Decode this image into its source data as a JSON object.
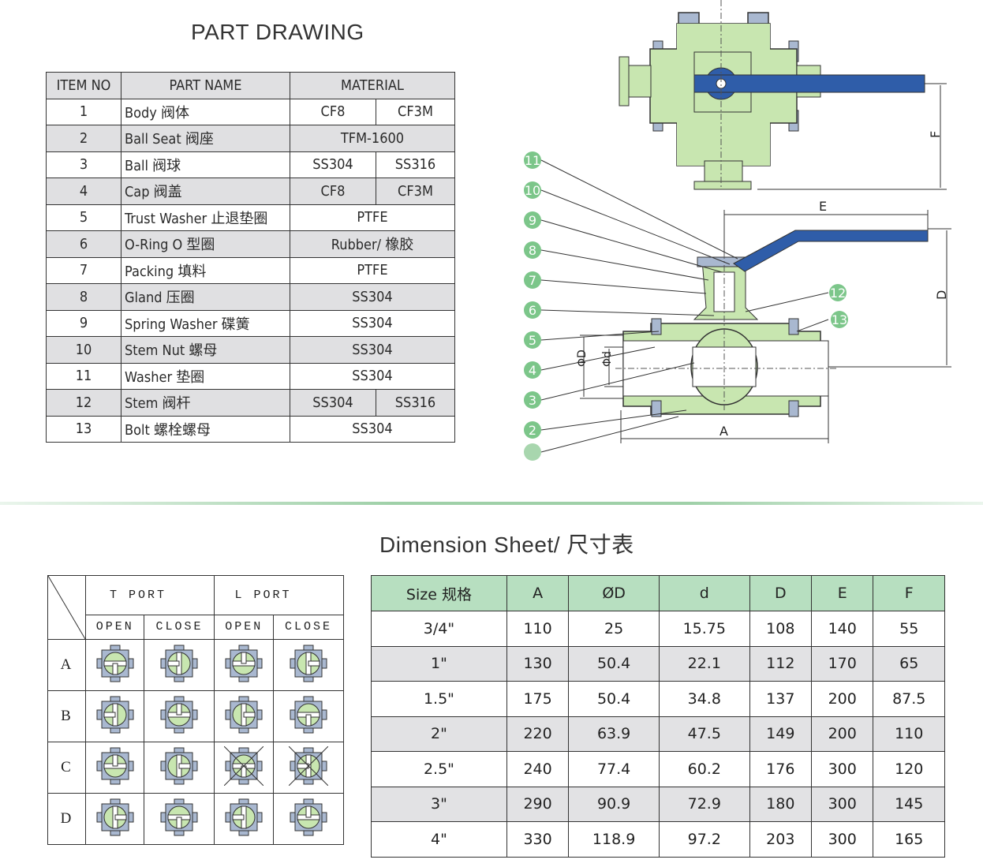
{
  "part_drawing": {
    "title": "PART DRAWING",
    "headers": [
      "ITEM NO",
      "PART NAME",
      "MATERIAL"
    ],
    "rows": [
      {
        "no": "1",
        "name": "Body 阀体",
        "mat": [
          "CF8",
          "CF3M"
        ]
      },
      {
        "no": "2",
        "name": "Ball Seat 阀座",
        "mat": [
          "TFM-1600"
        ]
      },
      {
        "no": "3",
        "name": "Ball 阀球",
        "mat": [
          "SS304",
          "SS316"
        ]
      },
      {
        "no": "4",
        "name": "Cap 阀盖",
        "mat": [
          "CF8",
          "CF3M"
        ]
      },
      {
        "no": "5",
        "name": "Trust Washer 止退垫圈",
        "mat": [
          "PTFE"
        ]
      },
      {
        "no": "6",
        "name": "O-Ring O 型圈",
        "mat": [
          "Rubber/ 橡胶"
        ]
      },
      {
        "no": "7",
        "name": "Packing 填料",
        "mat": [
          "PTFE"
        ]
      },
      {
        "no": "8",
        "name": "Gland 压圈",
        "mat": [
          "SS304"
        ]
      },
      {
        "no": "9",
        "name": "Spring Washer 碟簧",
        "mat": [
          "SS304"
        ]
      },
      {
        "no": "10",
        "name": "Stem Nut 螺母",
        "mat": [
          "SS304"
        ]
      },
      {
        "no": "11",
        "name": "Washer 垫圈",
        "mat": [
          "SS304"
        ]
      },
      {
        "no": "12",
        "name": "Stem 阀杆",
        "mat": [
          "SS304",
          "SS316"
        ]
      },
      {
        "no": "13",
        "name": "Bolt 螺栓螺母",
        "mat": [
          "SS304"
        ]
      }
    ]
  },
  "drawing": {
    "callouts": [
      "11",
      "10",
      "9",
      "8",
      "7",
      "6",
      "5",
      "4",
      "3",
      "2",
      "12",
      "13"
    ],
    "dims": {
      "F": "F",
      "E": "E",
      "D": "D",
      "A": "A",
      "phiD": "ΦD",
      "phid": "Φd"
    }
  },
  "ports": {
    "t_port": "T PORT",
    "l_port": "L PORT",
    "open": "OPEN",
    "close": "CLOSE",
    "rows": [
      "A",
      "B",
      "C",
      "D"
    ]
  },
  "dimension_sheet": {
    "title": "Dimension Sheet/ 尺寸表",
    "headers": [
      "Size 规格",
      "A",
      "ØD",
      "d",
      "D",
      "E",
      "F"
    ],
    "rows": [
      [
        "3/4\"",
        "110",
        "25",
        "15.75",
        "108",
        "140",
        "55"
      ],
      [
        "1\"",
        "130",
        "50.4",
        "22.1",
        "112",
        "170",
        "65"
      ],
      [
        "1.5\"",
        "175",
        "50.4",
        "34.8",
        "137",
        "200",
        "87.5"
      ],
      [
        "2\"",
        "220",
        "63.9",
        "47.5",
        "149",
        "200",
        "110"
      ],
      [
        "2.5\"",
        "240",
        "77.4",
        "60.2",
        "176",
        "300",
        "120"
      ],
      [
        "3\"",
        "290",
        "90.9",
        "72.9",
        "180",
        "300",
        "145"
      ],
      [
        "4\"",
        "330",
        "118.9",
        "97.2",
        "203",
        "300",
        "165"
      ]
    ]
  },
  "colors": {
    "body_green": "#c8e6b0",
    "handle_blue": "#2f5da9",
    "header_green": "#b7dfc0",
    "row_gray": "#e2e2e4"
  }
}
